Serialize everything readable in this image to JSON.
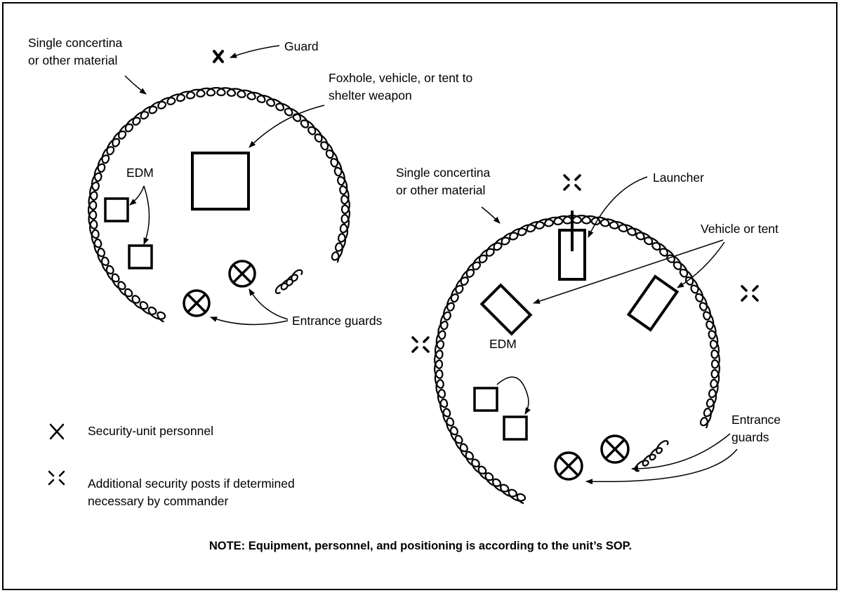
{
  "labels": {
    "left_wire_1": "Single concertina",
    "left_wire_2": "or other material",
    "guard": "Guard",
    "shelter_1": "Foxhole, vehicle, or tent to",
    "shelter_2": "shelter weapon",
    "edm_left": "EDM",
    "entrance_guards_left": "Entrance guards",
    "right_wire_1": "Single concertina",
    "right_wire_2": "or other material",
    "launcher": "Launcher",
    "vehicle_tent": "Vehicle or tent",
    "edm_right": "EDM",
    "entrance_guards_right_1": "Entrance",
    "entrance_guards_right_2": "guards"
  },
  "legend": {
    "security_unit": "Security-unit personnel",
    "additional_1": "Additional security posts if determined",
    "additional_2": "necessary by commander"
  },
  "note": "NOTE: Equipment, personnel, and positioning is according to the unit’s SOP."
}
